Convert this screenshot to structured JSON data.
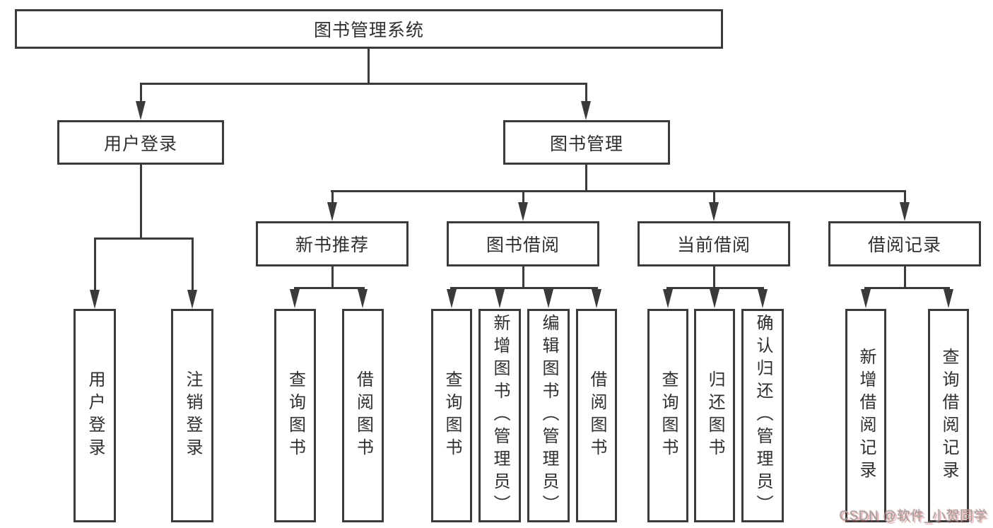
{
  "diagram_title": "图书管理系统",
  "nodes": {
    "root": "图书管理系统",
    "user_login": "用户登录",
    "book_mgmt": "图书管理",
    "new_book_rec": "新书推荐",
    "book_borrow": "图书借阅",
    "current_borrow": "当前借阅",
    "borrow_record": "借阅记录",
    "leaf_user_login": "用户登录",
    "leaf_logout": "注销登录",
    "leaf_query_book_1": "查询图书",
    "leaf_borrow_book_1": "借阅图书",
    "leaf_query_book_2": "查询图书",
    "leaf_add_book": "新增图书（管理员）",
    "leaf_edit_book": "编辑图书（管理员）",
    "leaf_borrow_book_2": "借阅图书",
    "leaf_query_book_3": "查询图书",
    "leaf_return_book": "归还图书",
    "leaf_confirm_return": "确认归还（管理员）",
    "leaf_add_record": "新增借阅记录",
    "leaf_query_record": "查询借阅记录"
  },
  "edges": [
    {
      "from": "root",
      "to": "user_login"
    },
    {
      "from": "root",
      "to": "book_mgmt"
    },
    {
      "from": "user_login",
      "to": "leaf_user_login"
    },
    {
      "from": "user_login",
      "to": "leaf_logout"
    },
    {
      "from": "book_mgmt",
      "to": "new_book_rec"
    },
    {
      "from": "book_mgmt",
      "to": "book_borrow"
    },
    {
      "from": "book_mgmt",
      "to": "current_borrow"
    },
    {
      "from": "book_mgmt",
      "to": "borrow_record"
    },
    {
      "from": "new_book_rec",
      "to": "leaf_query_book_1"
    },
    {
      "from": "new_book_rec",
      "to": "leaf_borrow_book_1"
    },
    {
      "from": "book_borrow",
      "to": "leaf_query_book_2"
    },
    {
      "from": "book_borrow",
      "to": "leaf_add_book"
    },
    {
      "from": "book_borrow",
      "to": "leaf_edit_book"
    },
    {
      "from": "book_borrow",
      "to": "leaf_borrow_book_2"
    },
    {
      "from": "current_borrow",
      "to": "leaf_query_book_3"
    },
    {
      "from": "current_borrow",
      "to": "leaf_return_book"
    },
    {
      "from": "current_borrow",
      "to": "leaf_confirm_return"
    },
    {
      "from": "borrow_record",
      "to": "leaf_add_record"
    },
    {
      "from": "borrow_record",
      "to": "leaf_query_record"
    }
  ],
  "watermark": "CSDN @软件_小贺同学",
  "colors": {
    "line": "#3a3a3a",
    "text": "#2f2f2f",
    "watermark_gray": "#9e9e9e",
    "watermark_shadow_red": "#cd5c5c"
  }
}
